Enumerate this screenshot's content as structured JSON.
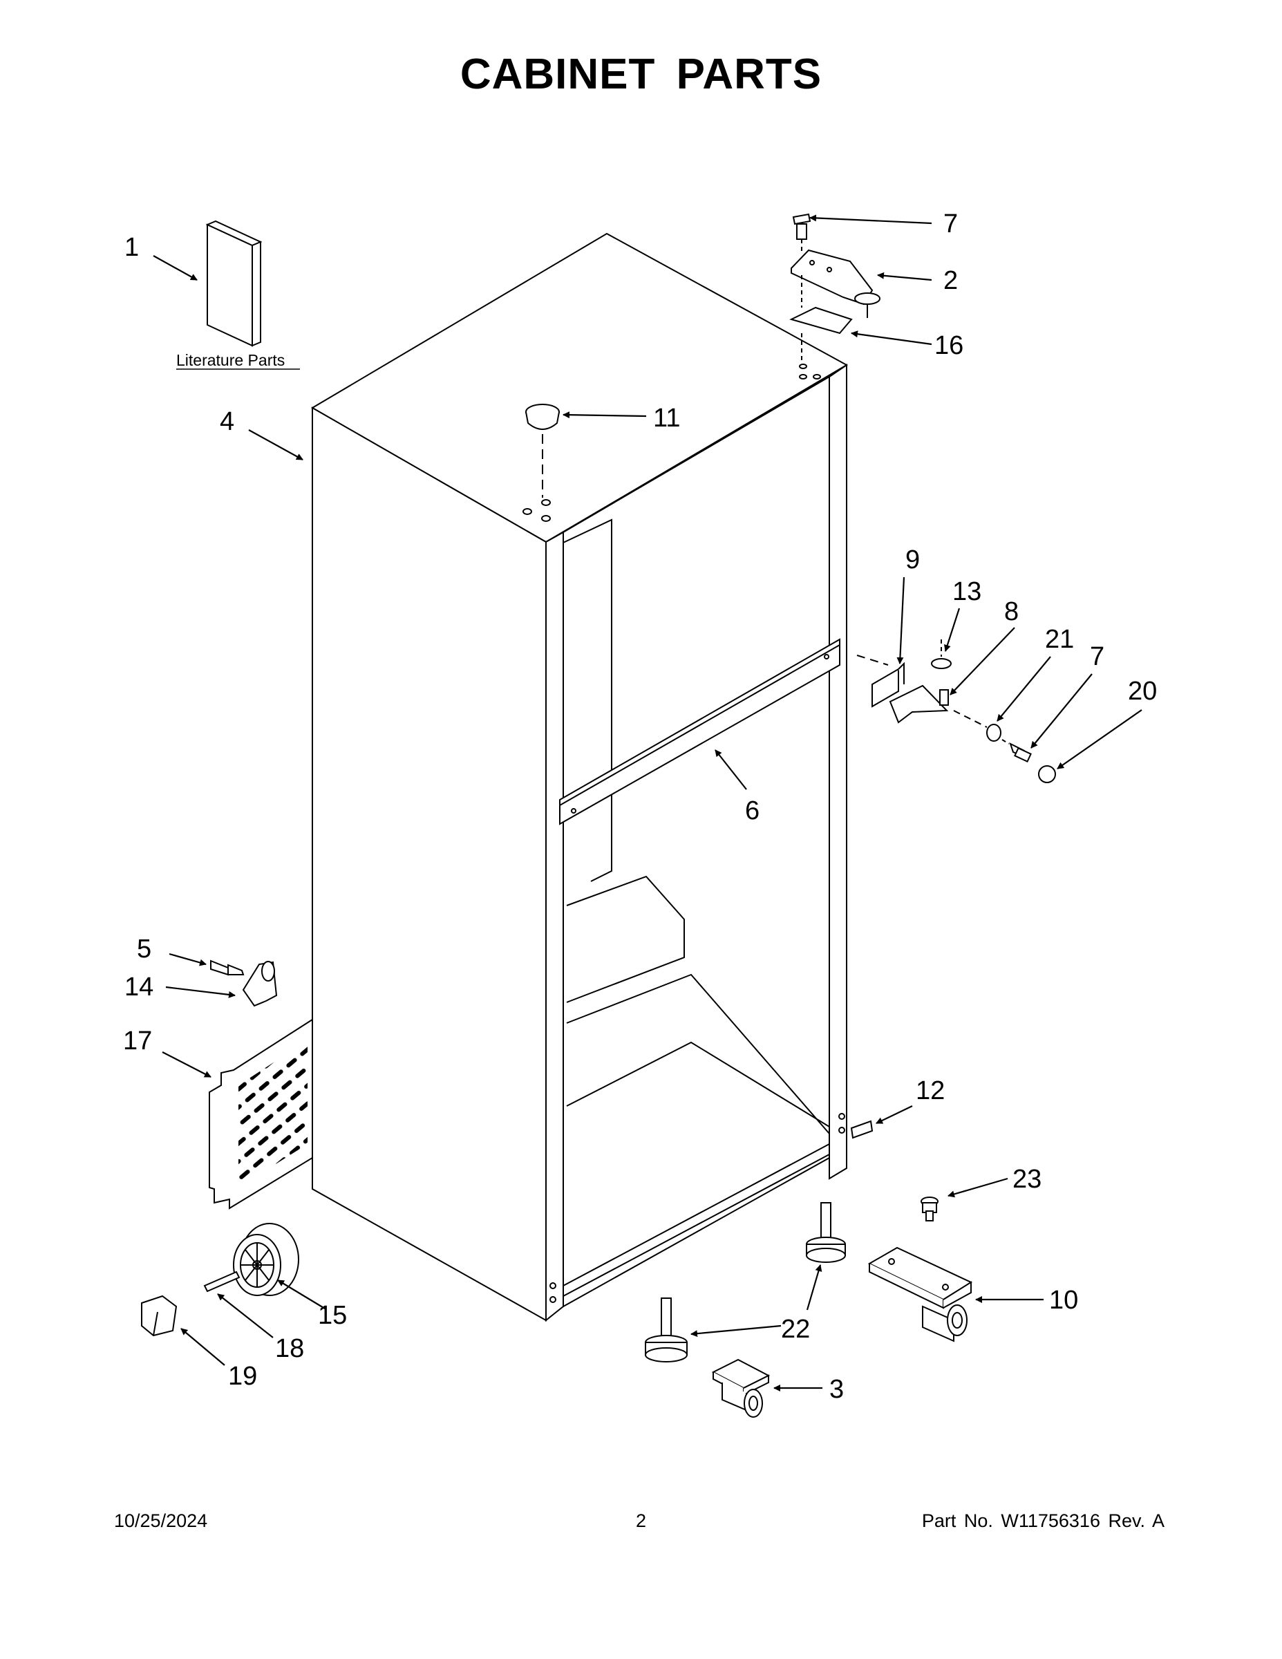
{
  "page": {
    "title": "CABINET PARTS",
    "literature_label": "Literature Parts"
  },
  "callouts": {
    "c1": "1",
    "c2": "2",
    "c3": "3",
    "c4": "4",
    "c5": "5",
    "c6": "6",
    "c7a": "7",
    "c7b": "7",
    "c8": "8",
    "c9": "9",
    "c10": "10",
    "c11": "11",
    "c12": "12",
    "c13": "13",
    "c14": "14",
    "c15": "15",
    "c16": "16",
    "c17": "17",
    "c18": "18",
    "c19": "19",
    "c20": "20",
    "c21": "21",
    "c22": "22",
    "c23": "23"
  },
  "footer": {
    "date": "10/25/2024",
    "page_number": "2",
    "part_no": "Part No.  W11756316  Rev.  A"
  }
}
